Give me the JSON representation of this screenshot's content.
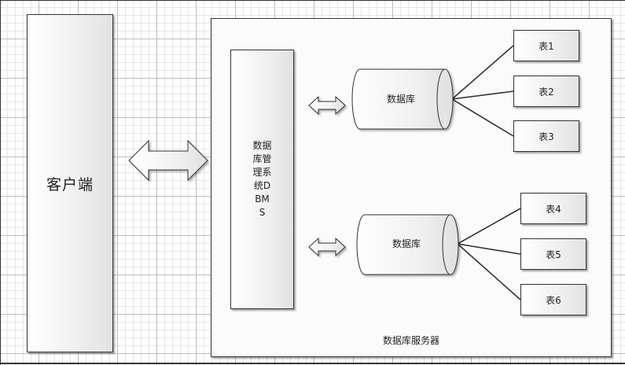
{
  "client": {
    "label": "客户端"
  },
  "server": {
    "label": "数据库服务器"
  },
  "dbms": {
    "label": "数据库管理系统DBMS"
  },
  "databases": [
    {
      "label": "数据库"
    },
    {
      "label": "数据库"
    }
  ],
  "tables": [
    {
      "label": "表1"
    },
    {
      "label": "表2"
    },
    {
      "label": "表3"
    },
    {
      "label": "表4"
    },
    {
      "label": "表5"
    },
    {
      "label": "表6"
    }
  ],
  "colors": {
    "stroke": "#333333",
    "grid": "#bdbdbd",
    "fill_light": "#ffffff",
    "fill_dark": "#e2e2e2"
  }
}
